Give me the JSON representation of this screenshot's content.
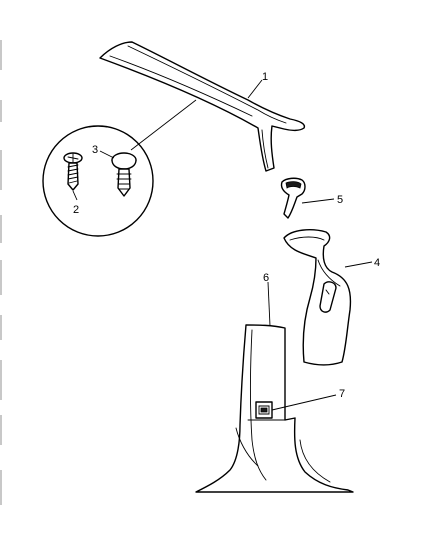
{
  "callouts": [
    {
      "number": "1",
      "part": "a-pillar-upper-trim"
    },
    {
      "number": "2",
      "part": "screw"
    },
    {
      "number": "3",
      "part": "push-clip"
    },
    {
      "number": "4",
      "part": "a-pillar-lower-trim"
    },
    {
      "number": "5",
      "part": "retainer-clip"
    },
    {
      "number": "6",
      "part": "b-pillar-trim"
    },
    {
      "number": "7",
      "part": "b-pillar-lower-clip"
    }
  ]
}
